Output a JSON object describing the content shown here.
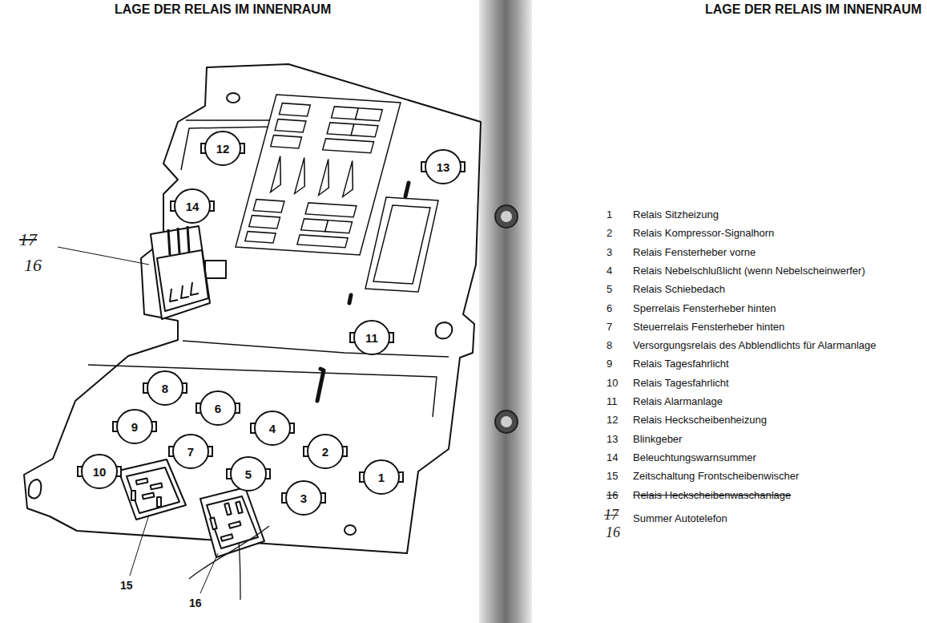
{
  "diagram": {
    "title": "LAGE DER RELAIS IM INNENRAUM",
    "nodes": [
      {
        "text": [
          "12"
        ]
      },
      {
        "text": [
          "13"
        ]
      },
      {
        "text": [
          "14"
        ]
      },
      {
        "text": [
          "11"
        ]
      },
      {
        "text": [
          "8"
        ]
      },
      {
        "text": [
          "6"
        ]
      },
      {
        "text": [
          "9"
        ]
      },
      {
        "text": [
          "4"
        ]
      },
      {
        "text": [
          "7"
        ]
      },
      {
        "text": [
          "2"
        ]
      },
      {
        "text": [
          "10"
        ]
      },
      {
        "text": [
          "5"
        ]
      },
      {
        "text": [
          "1"
        ]
      },
      {
        "text": [
          "3"
        ]
      }
    ],
    "labels": [
      "LAGE DER RELAIS IM INNENRAUM",
      "17",
      "16",
      "15",
      "16",
      "1",
      "Relais Sitzheizung",
      "2",
      "Relais Kompressor-Signalhorn",
      "3",
      "Relais Fensterheber vorne",
      "4",
      "Relais Nebelschlußlicht (wenn Nebelscheinwerfer)",
      "5",
      "Relais Schiebedach",
      "6",
      "Sperrelais Fensterheber hinten",
      "7",
      "Steuerrelais Fensterheber hinten",
      "8",
      "Versorgungsrelais des Abblendlichts für Alarmanlage",
      "9",
      "Relais Tagesfahrlicht",
      "10",
      "Relais Tagesfahrlicht",
      "11",
      "Relais Alarmanlage",
      "12",
      "Relais Heckscheibenheizung",
      "13",
      "Blinkgeber",
      "14",
      "Beleuchtungswarnsummer",
      "15",
      "Zeitschaltung Frontscheibenwischer",
      "16",
      "Relais Heckscheibenwaschanlage",
      "17",
      "Summer Autotelefon",
      "16"
    ]
  }
}
